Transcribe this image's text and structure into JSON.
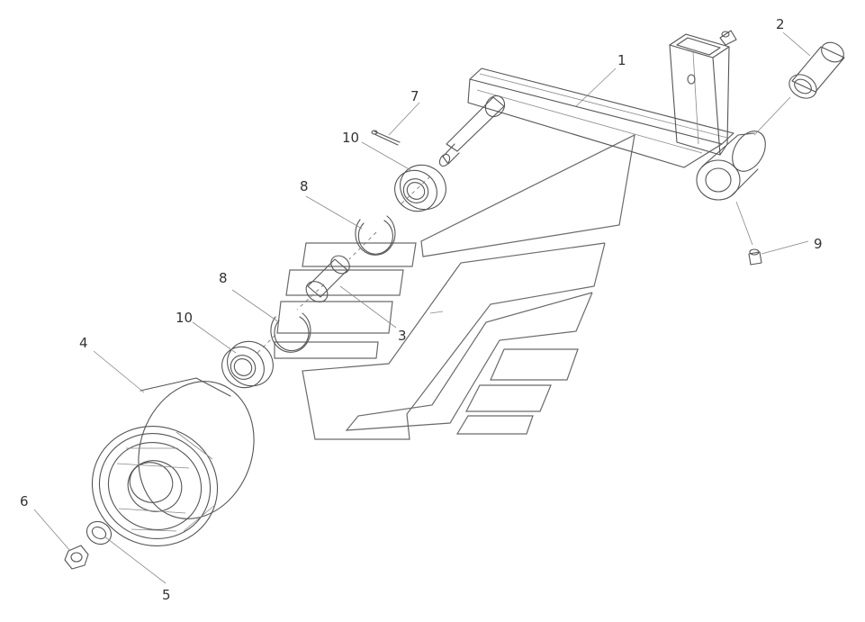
{
  "callouts": [
    {
      "id": "1",
      "label": "1"
    },
    {
      "id": "2",
      "label": "2"
    },
    {
      "id": "3",
      "label": "3"
    },
    {
      "id": "4",
      "label": "4"
    },
    {
      "id": "5",
      "label": "5"
    },
    {
      "id": "6",
      "label": "6"
    },
    {
      "id": "7",
      "label": "7"
    },
    {
      "id": "8a",
      "label": "8"
    },
    {
      "id": "8b",
      "label": "8"
    },
    {
      "id": "9",
      "label": "9"
    },
    {
      "id": "10a",
      "label": "10"
    },
    {
      "id": "10b",
      "label": "10"
    }
  ]
}
